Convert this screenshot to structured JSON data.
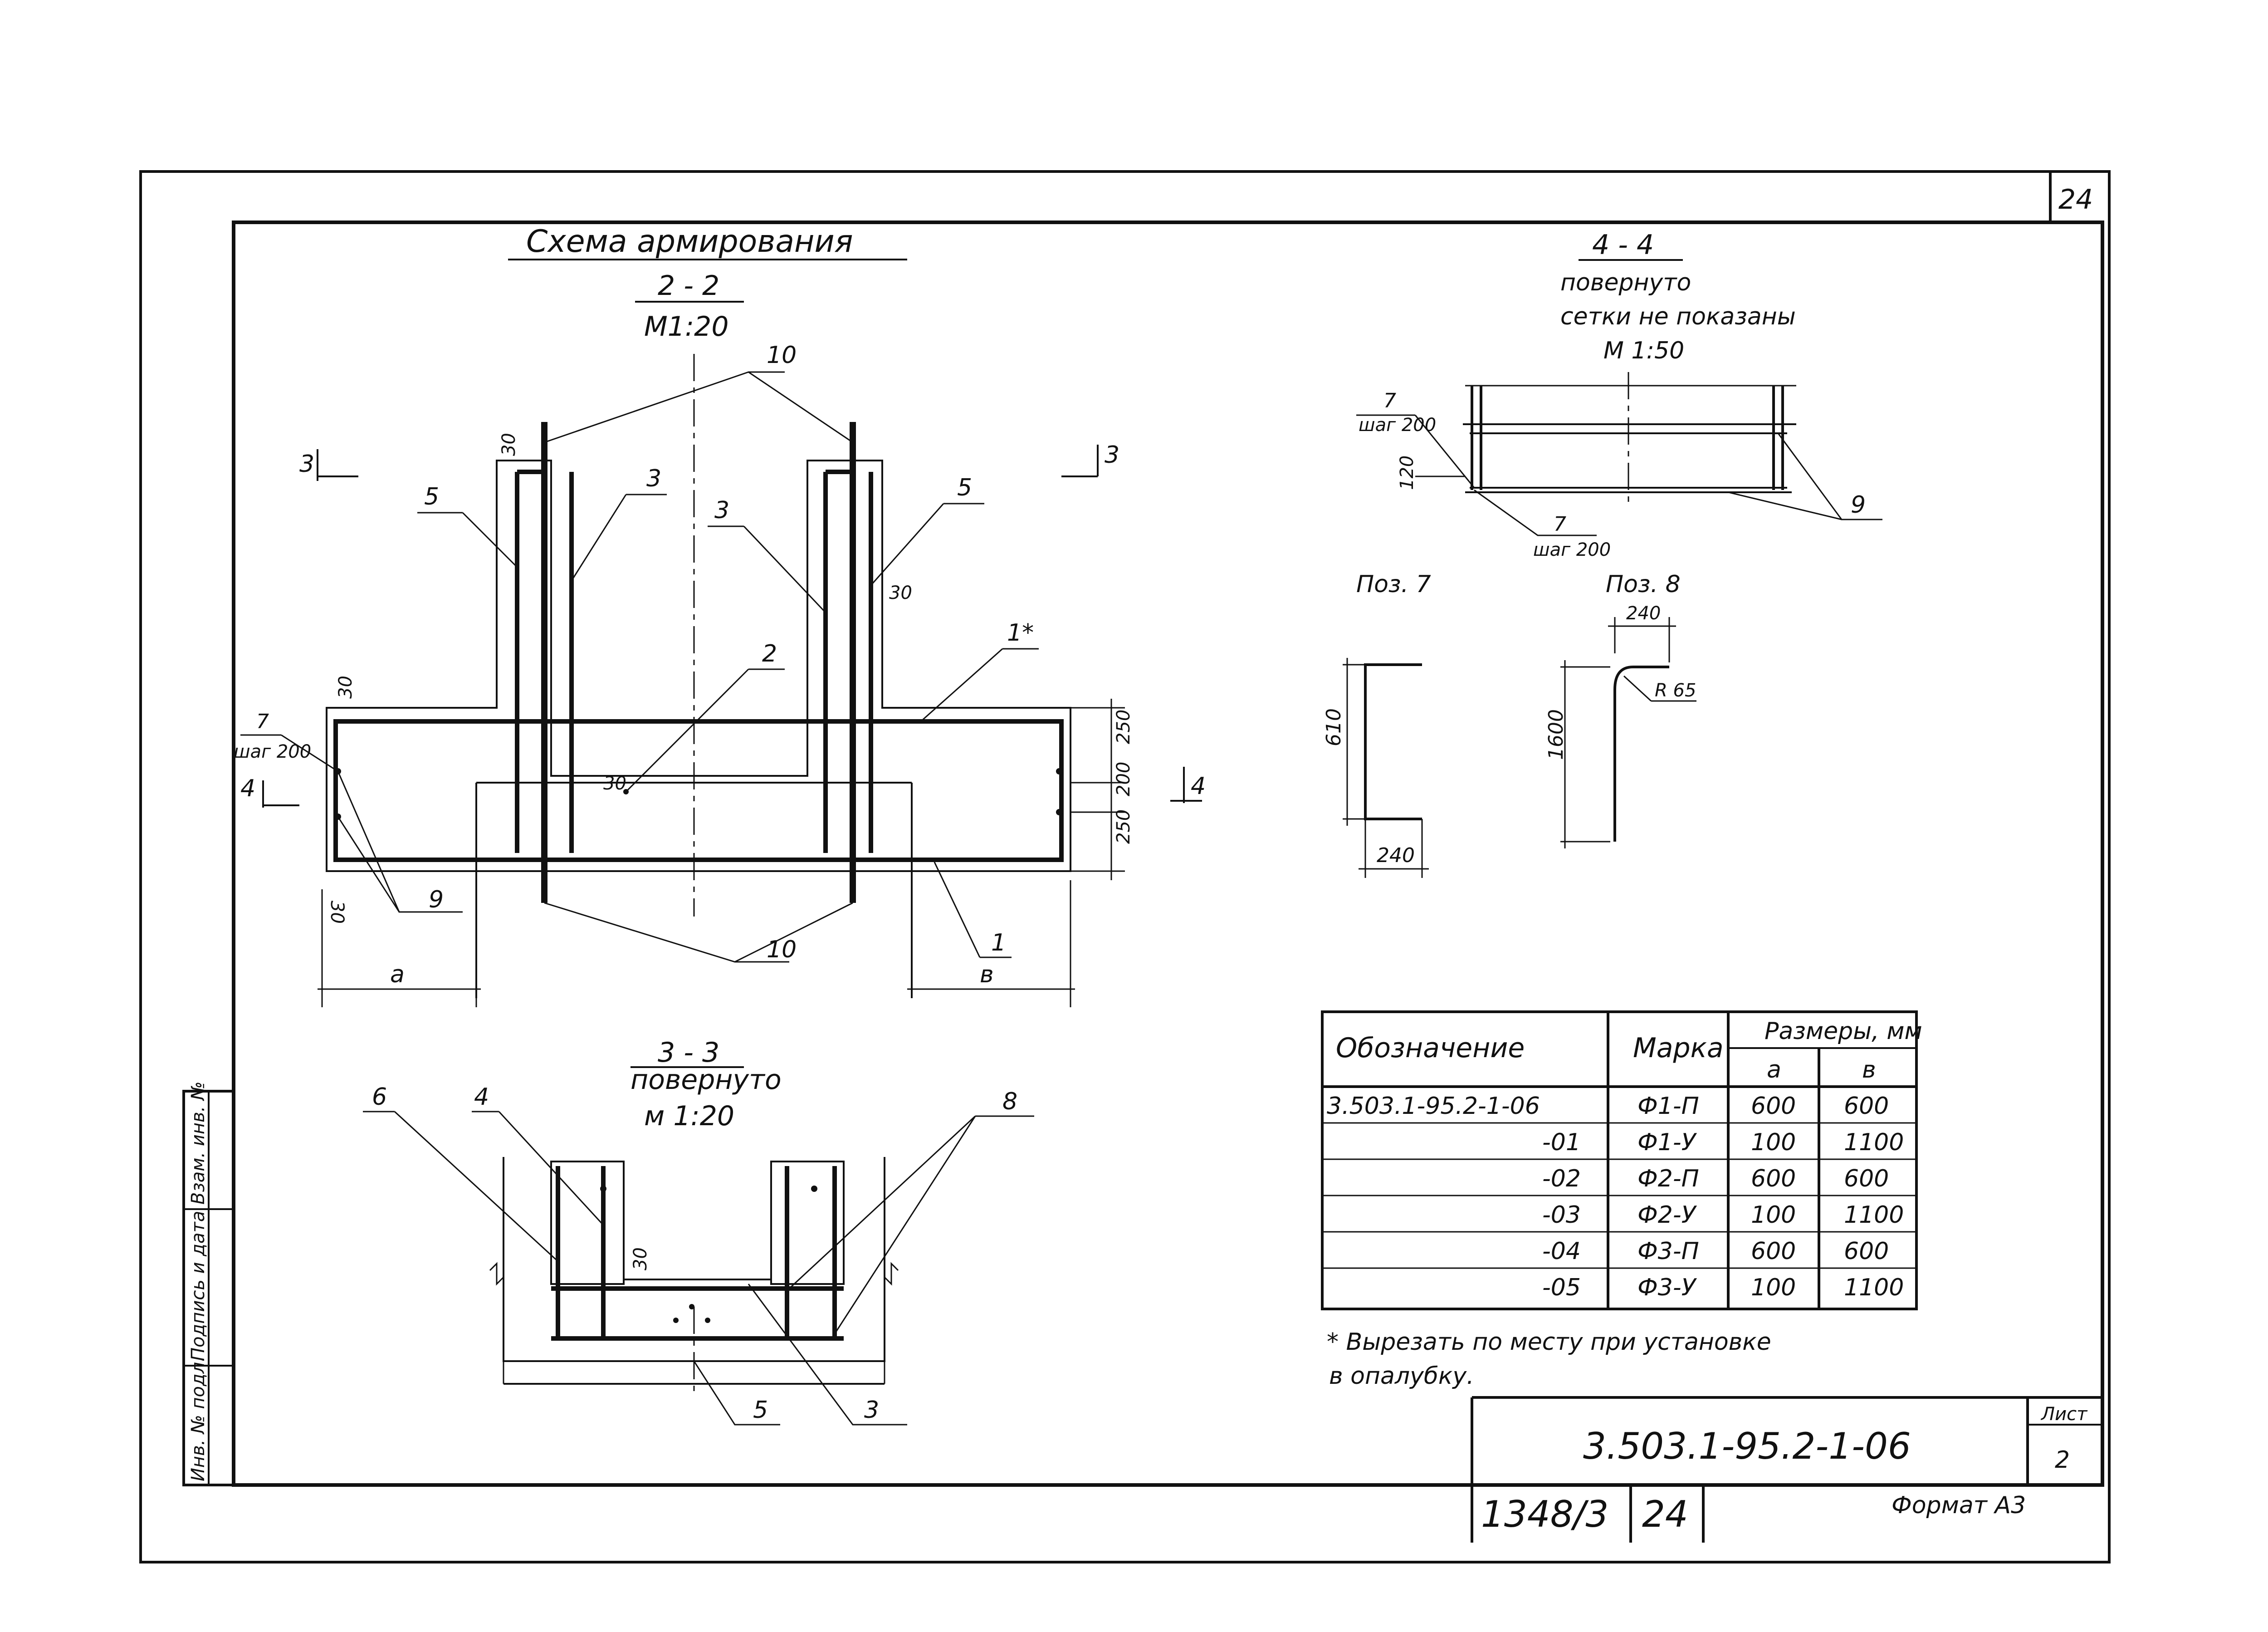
{
  "sheet_corner_number": "24",
  "title": "Схема армирования",
  "section_2_2": {
    "label": "2 - 2",
    "scale": "М1:20"
  },
  "section_4_4": {
    "label": "4 - 4",
    "note1": "повернуто",
    "note2": "сетки не показаны",
    "scale": "М 1:50"
  },
  "section_3_3": {
    "label": "3 - 3",
    "note": "повернуто",
    "scale": "м 1:20"
  },
  "section_marks": {
    "s3_left": "3",
    "s3_right": "3",
    "s4_left": "4",
    "s4_right": "4"
  },
  "positions": {
    "p1": "1",
    "p1star": "1*",
    "p2": "2",
    "p3": "3",
    "p4": "4",
    "p5": "5",
    "p6": "6",
    "p7": "7",
    "p8": "8",
    "p9": "9",
    "p10": "10"
  },
  "step_label": "шаг 200",
  "dims": {
    "d30": "30",
    "d250": "250",
    "d200": "200",
    "d120": "120",
    "dim_a": "а",
    "dim_b": "в",
    "d610": "610",
    "d240": "240",
    "d1600": "1600",
    "r65": "R 65"
  },
  "detail_labels": {
    "poz7": "Поз. 7",
    "poz8": "Поз. 8"
  },
  "table": {
    "headers": {
      "designation": "Обозначение",
      "mark": "Марка",
      "sizes": "Размеры, мм",
      "a": "а",
      "b": "в"
    },
    "rows": [
      {
        "designation": "3.503.1-95.2-1-06",
        "mark": "Ф1-П",
        "a": "600",
        "b": "600"
      },
      {
        "designation": "-01",
        "mark": "Ф1-У",
        "a": "100",
        "b": "1100"
      },
      {
        "designation": "-02",
        "mark": "Ф2-П",
        "a": "600",
        "b": "600"
      },
      {
        "designation": "-03",
        "mark": "Ф2-У",
        "a": "100",
        "b": "1100"
      },
      {
        "designation": "-04",
        "mark": "Ф3-П",
        "a": "600",
        "b": "600"
      },
      {
        "designation": "-05",
        "mark": "Ф3-У",
        "a": "100",
        "b": "1100"
      }
    ]
  },
  "footnote": {
    "line1": "* Вырезать по месту при установке",
    "line2": "в опалубку."
  },
  "side_stamp": [
    "Инв. № подл.",
    "Подпись и дата",
    "Взам. инв. №"
  ],
  "title_block": {
    "document_code": "3.503.1-95.2-1-06",
    "sheet_label": "Лист",
    "sheet_number": "2",
    "archive_number": "1348/3",
    "page": "24",
    "format": "Формат А3"
  }
}
